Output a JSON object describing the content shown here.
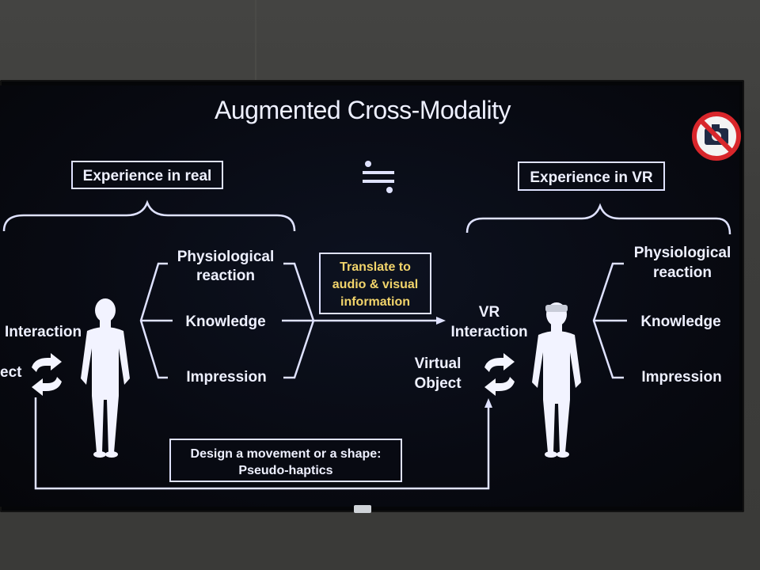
{
  "slide": {
    "title": "Augmented Cross-Modality",
    "left_box": "Experience in real",
    "right_box": "Experience in VR",
    "translate": [
      "Translate to",
      "audio & visual",
      "information"
    ],
    "left_outputs": {
      "physiological": [
        "Physiological",
        "reaction"
      ],
      "knowledge": "Knowledge",
      "impression": "Impression"
    },
    "right_outputs": {
      "physiological": [
        "Physiological",
        "reaction"
      ],
      "knowledge": "Knowledge",
      "impression": "Impression"
    },
    "left_interaction": "Interaction",
    "left_object": "ect",
    "vr_interaction": [
      "VR",
      "Interaction"
    ],
    "virtual_object": [
      "Virtual",
      "Object"
    ],
    "design_box": [
      "Design a movement or a shape:",
      "Pseudo-haptics"
    ],
    "approx_equal_icon": "approximately-equal-icon",
    "no_camera_icon": "no-photography-icon"
  },
  "colors": {
    "slide_background": "#080a12",
    "text": "#eef0ff",
    "accent_text": "#f2d46b",
    "no_camera_red": "#d8262b"
  }
}
